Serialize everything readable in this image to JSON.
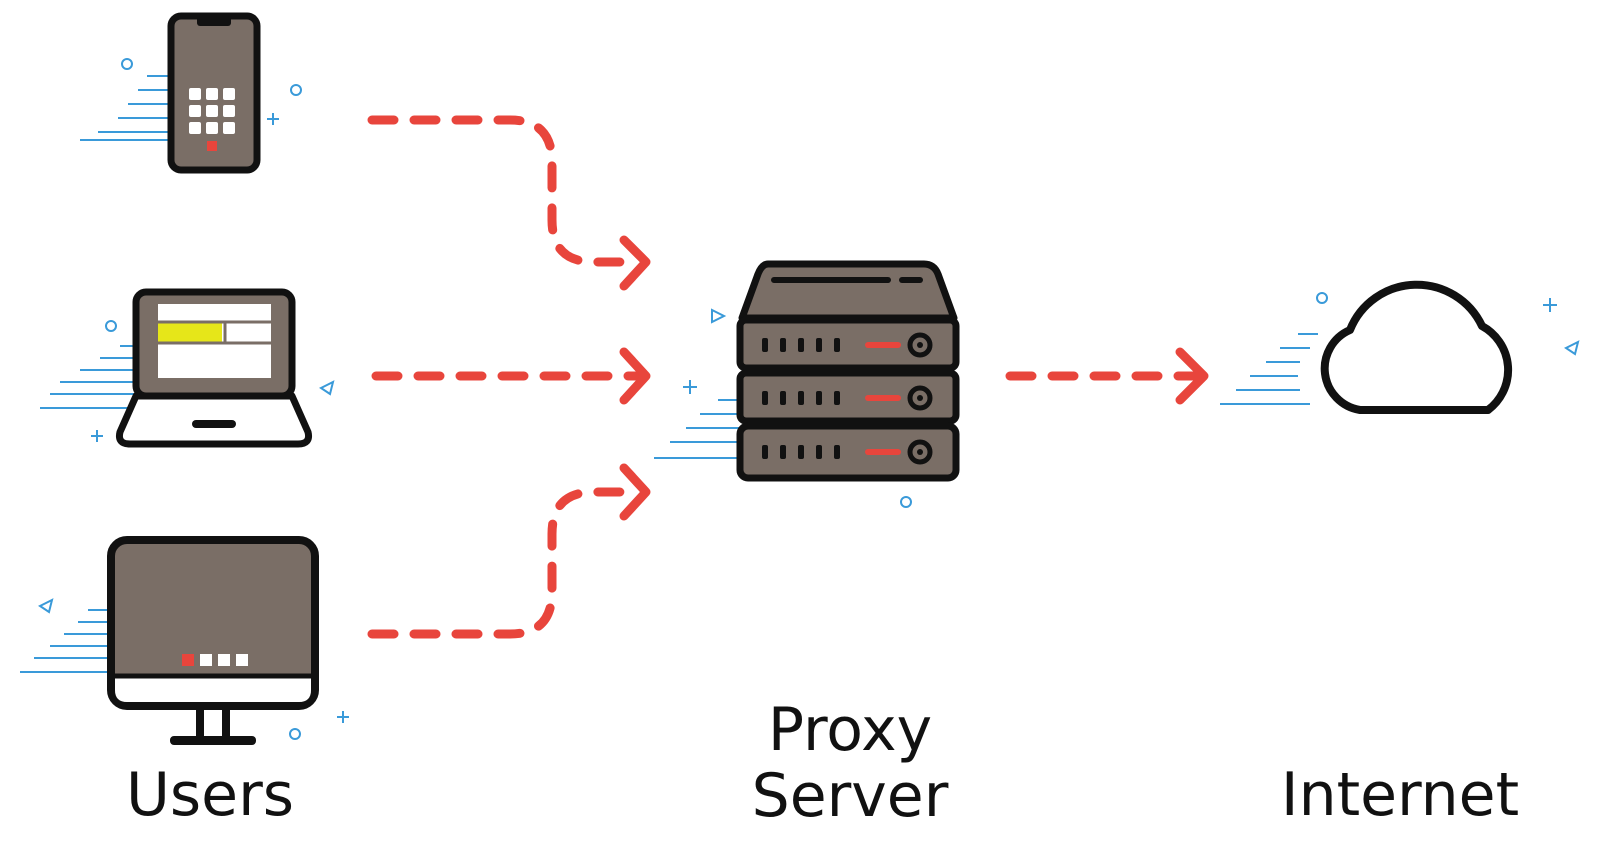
{
  "labels": {
    "users": "Users",
    "proxy_line1": "Proxy",
    "proxy_line2": "Server",
    "internet": "Internet"
  },
  "nodes": [
    {
      "id": "smartphone",
      "icon": "smartphone-icon",
      "group": "Users"
    },
    {
      "id": "laptop",
      "icon": "laptop-icon",
      "group": "Users"
    },
    {
      "id": "desktop",
      "icon": "desktop-monitor-icon",
      "group": "Users"
    },
    {
      "id": "proxy",
      "icon": "server-stack-icon"
    },
    {
      "id": "internet",
      "icon": "cloud-icon"
    }
  ],
  "edges": [
    {
      "from": "smartphone",
      "to": "proxy",
      "style": "dashed-arrow"
    },
    {
      "from": "laptop",
      "to": "proxy",
      "style": "dashed-arrow"
    },
    {
      "from": "desktop",
      "to": "proxy",
      "style": "dashed-arrow"
    },
    {
      "from": "proxy",
      "to": "internet",
      "style": "dashed-arrow"
    }
  ],
  "colors": {
    "arrow": "#e8453c",
    "device_body": "#7a6e66",
    "outline": "#111111",
    "accent_red": "#e8453c",
    "accent_yellow": "#e6e619",
    "motion_lines": "#3a9ad9"
  }
}
